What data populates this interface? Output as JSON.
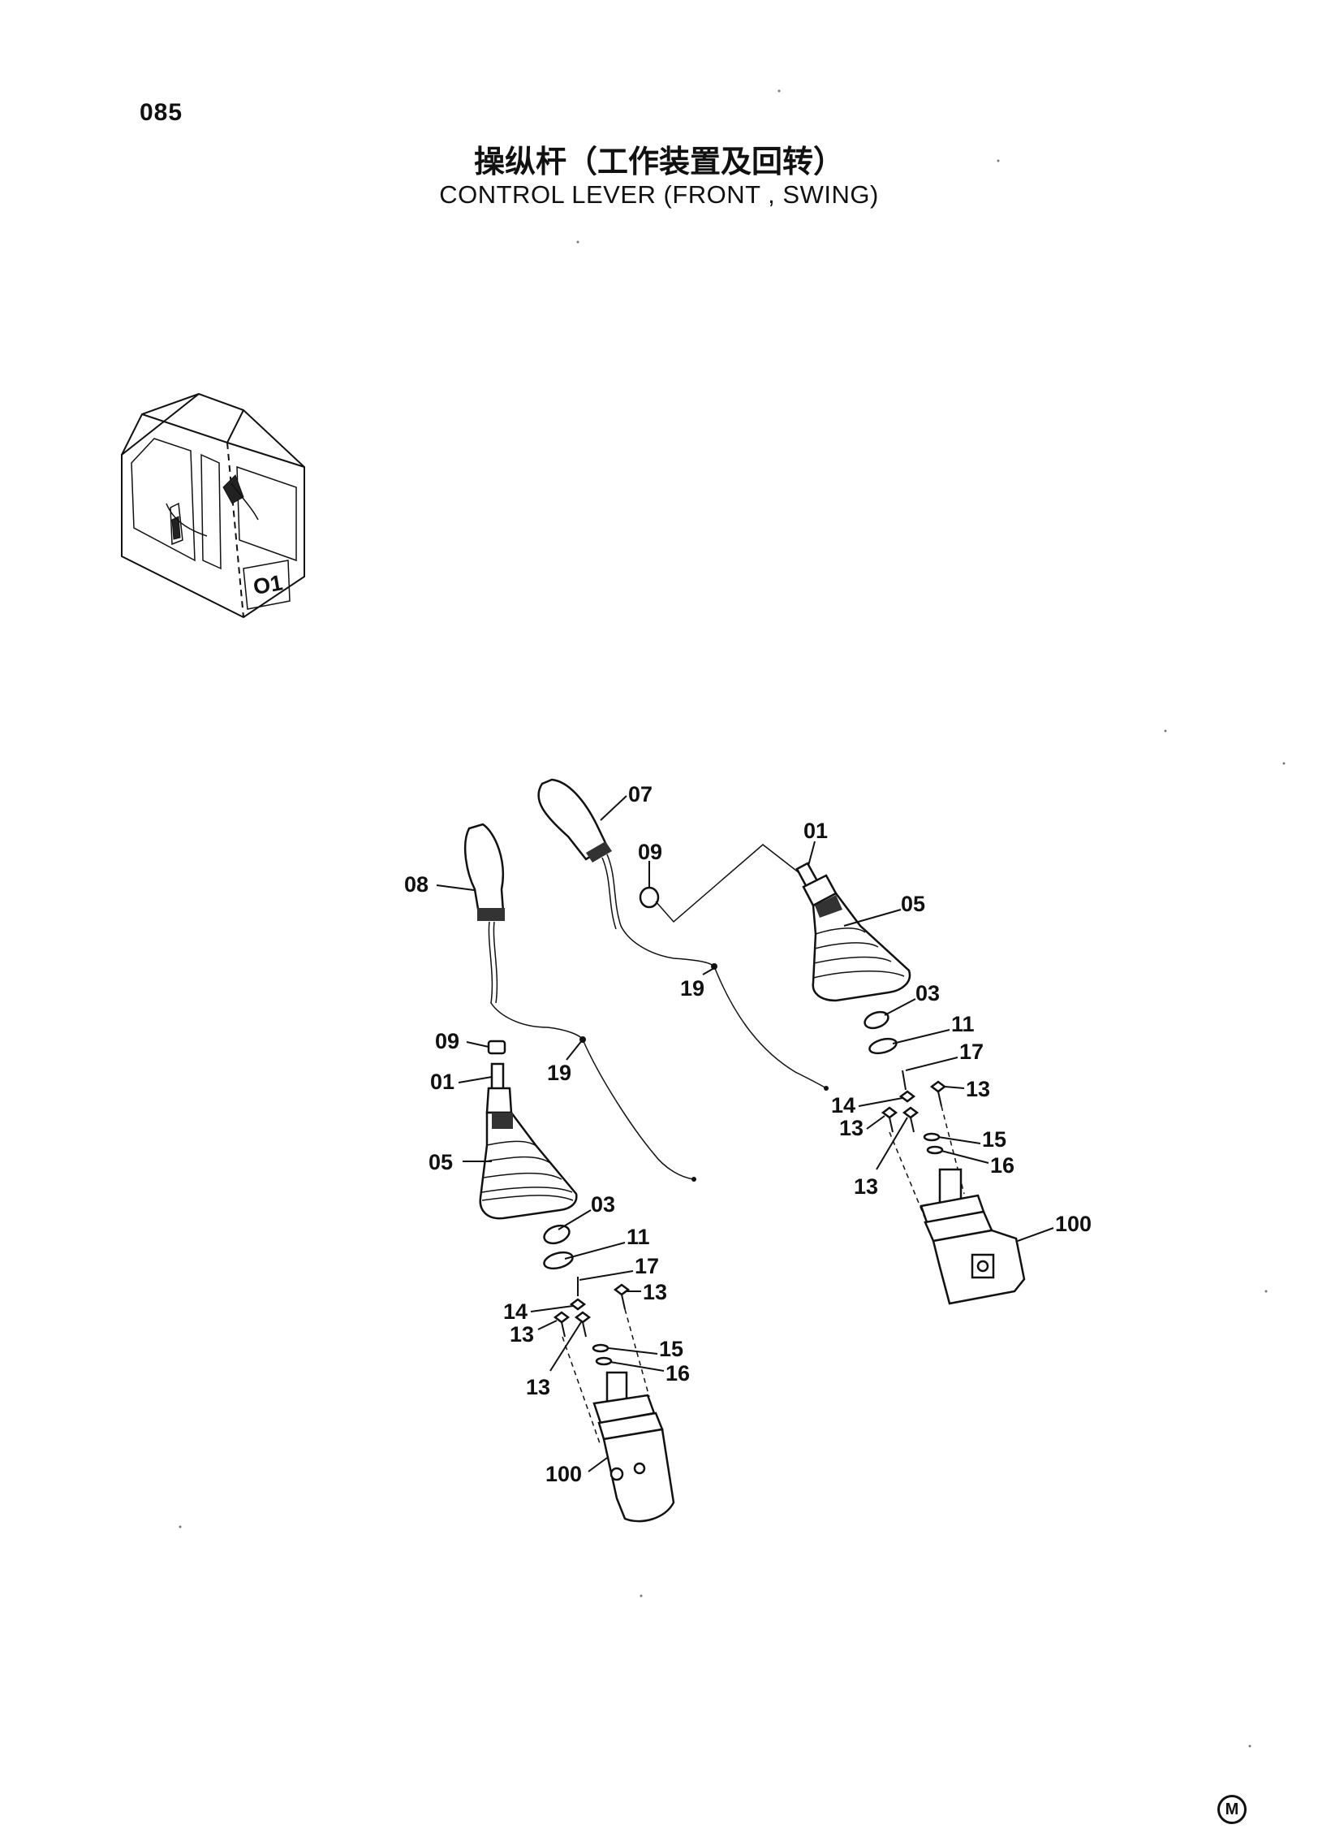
{
  "page": {
    "number": "085",
    "title_cn": "操纵杆（工作装置及回转）",
    "title_en": "CONTROL  LEVER  (FRONT , SWING)",
    "corner_mark": "M"
  },
  "callouts": {
    "left": {
      "c08": "08",
      "c09": "09",
      "c01": "01",
      "c19": "19",
      "c05": "05",
      "c03": "03",
      "c11": "11",
      "c17": "17",
      "c14": "14",
      "c13a": "13",
      "c13b": "13",
      "c13c": "13",
      "c15": "15",
      "c16": "16",
      "c100": "100"
    },
    "right": {
      "c07": "07",
      "c09": "09",
      "c01": "01",
      "c05": "05",
      "c19": "19",
      "c03": "03",
      "c11": "11",
      "c17": "17",
      "c14": "14",
      "c13a": "13",
      "c13b": "13",
      "c13c": "13",
      "c15": "15",
      "c16": "16",
      "c100": "100"
    }
  },
  "inset": {
    "cab_label": "O1"
  },
  "colors": {
    "ink": "#111111",
    "paper": "#ffffff"
  }
}
